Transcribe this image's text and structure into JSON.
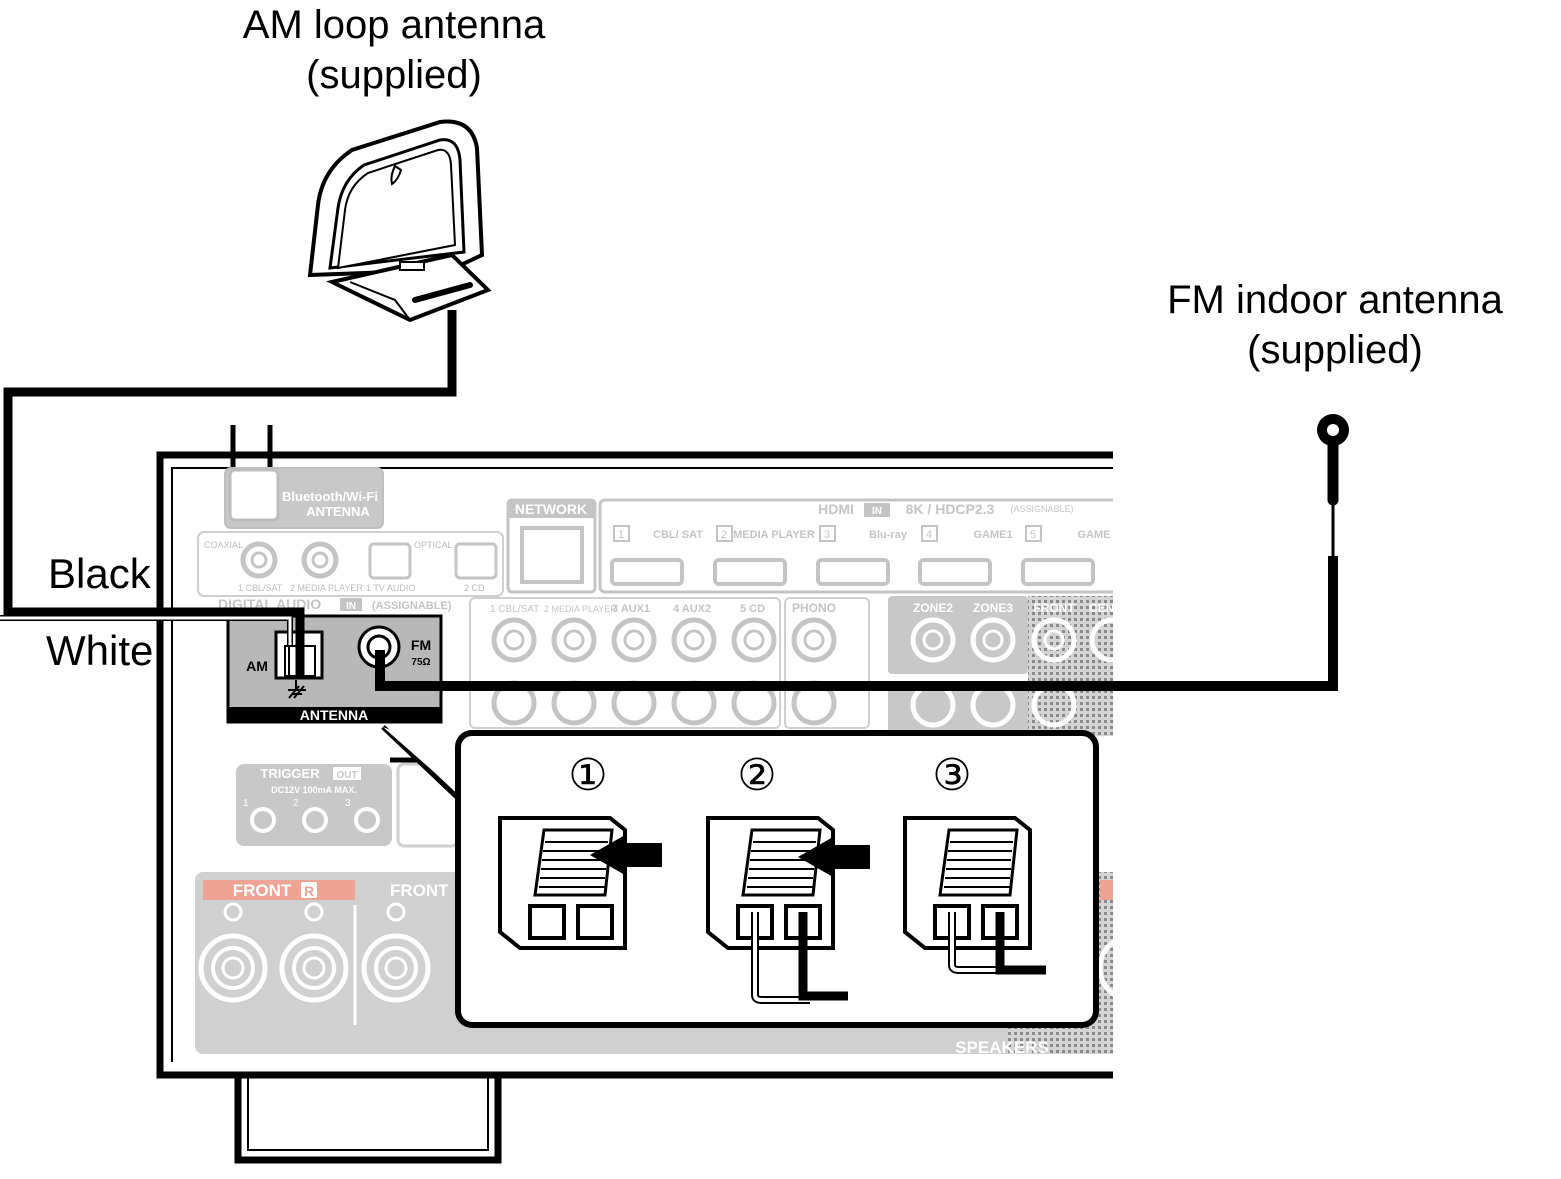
{
  "labels": {
    "am_antenna_line1": "AM loop antenna",
    "am_antenna_line2": "(supplied)",
    "fm_antenna_line1": "FM indoor antenna",
    "fm_antenna_line2": "(supplied)",
    "black_wire": "Black",
    "white_wire": "White"
  },
  "panel": {
    "antenna_title": "ANTENNA",
    "am": "AM",
    "fm": "FM",
    "fm_impedance": "75Ω",
    "bt_wifi_line1": "Bluetooth/Wi-Fi",
    "bt_wifi_line2": "ANTENNA",
    "coaxial": "COAXIAL",
    "optical": "OPTICAL",
    "coax_1": "1 CBL/SAT",
    "coax_2": "2 MEDIA PLAYER",
    "opt_1": "1 TV AUDIO",
    "opt_2": "2 CD",
    "digital_audio": "DIGITAL AUDIO",
    "digital_in": "IN",
    "digital_assignable": "(ASSIGNABLE)",
    "network": "NETWORK",
    "hdmi_title": "HDMI",
    "hdmi_in": "IN",
    "hdmi_spec": "8K / HDCP2.3",
    "hdmi_assignable": "(ASSIGNABLE)",
    "hdmi_inputs": [
      {
        "num": "1",
        "name": "CBL/ SAT"
      },
      {
        "num": "2",
        "name": "MEDIA PLAYER"
      },
      {
        "num": "3",
        "name": "Blu-ray"
      },
      {
        "num": "4",
        "name": "GAME1"
      },
      {
        "num": "5",
        "name": "GAME"
      }
    ],
    "analog_inputs": [
      "1 CBL/SAT",
      "2 MEDIA PLAYER",
      "3 AUX1",
      "4 AUX2",
      "5 CD"
    ],
    "phono": "PHONO",
    "zone2": "ZONE2",
    "zone3": "ZONE3",
    "front": "FRONT",
    "center": "CEN",
    "trigger": "TRIGGER",
    "trigger_out": "OUT",
    "trigger_spec": "DC12V 100mA MAX.",
    "trigger_nums": [
      "1",
      "2",
      "3"
    ],
    "front_r": "FRONT",
    "front_r_badge": "R",
    "front_l": "FRONT",
    "speakers": "SPEAKERS"
  },
  "steps": [
    "①",
    "②",
    "③"
  ]
}
